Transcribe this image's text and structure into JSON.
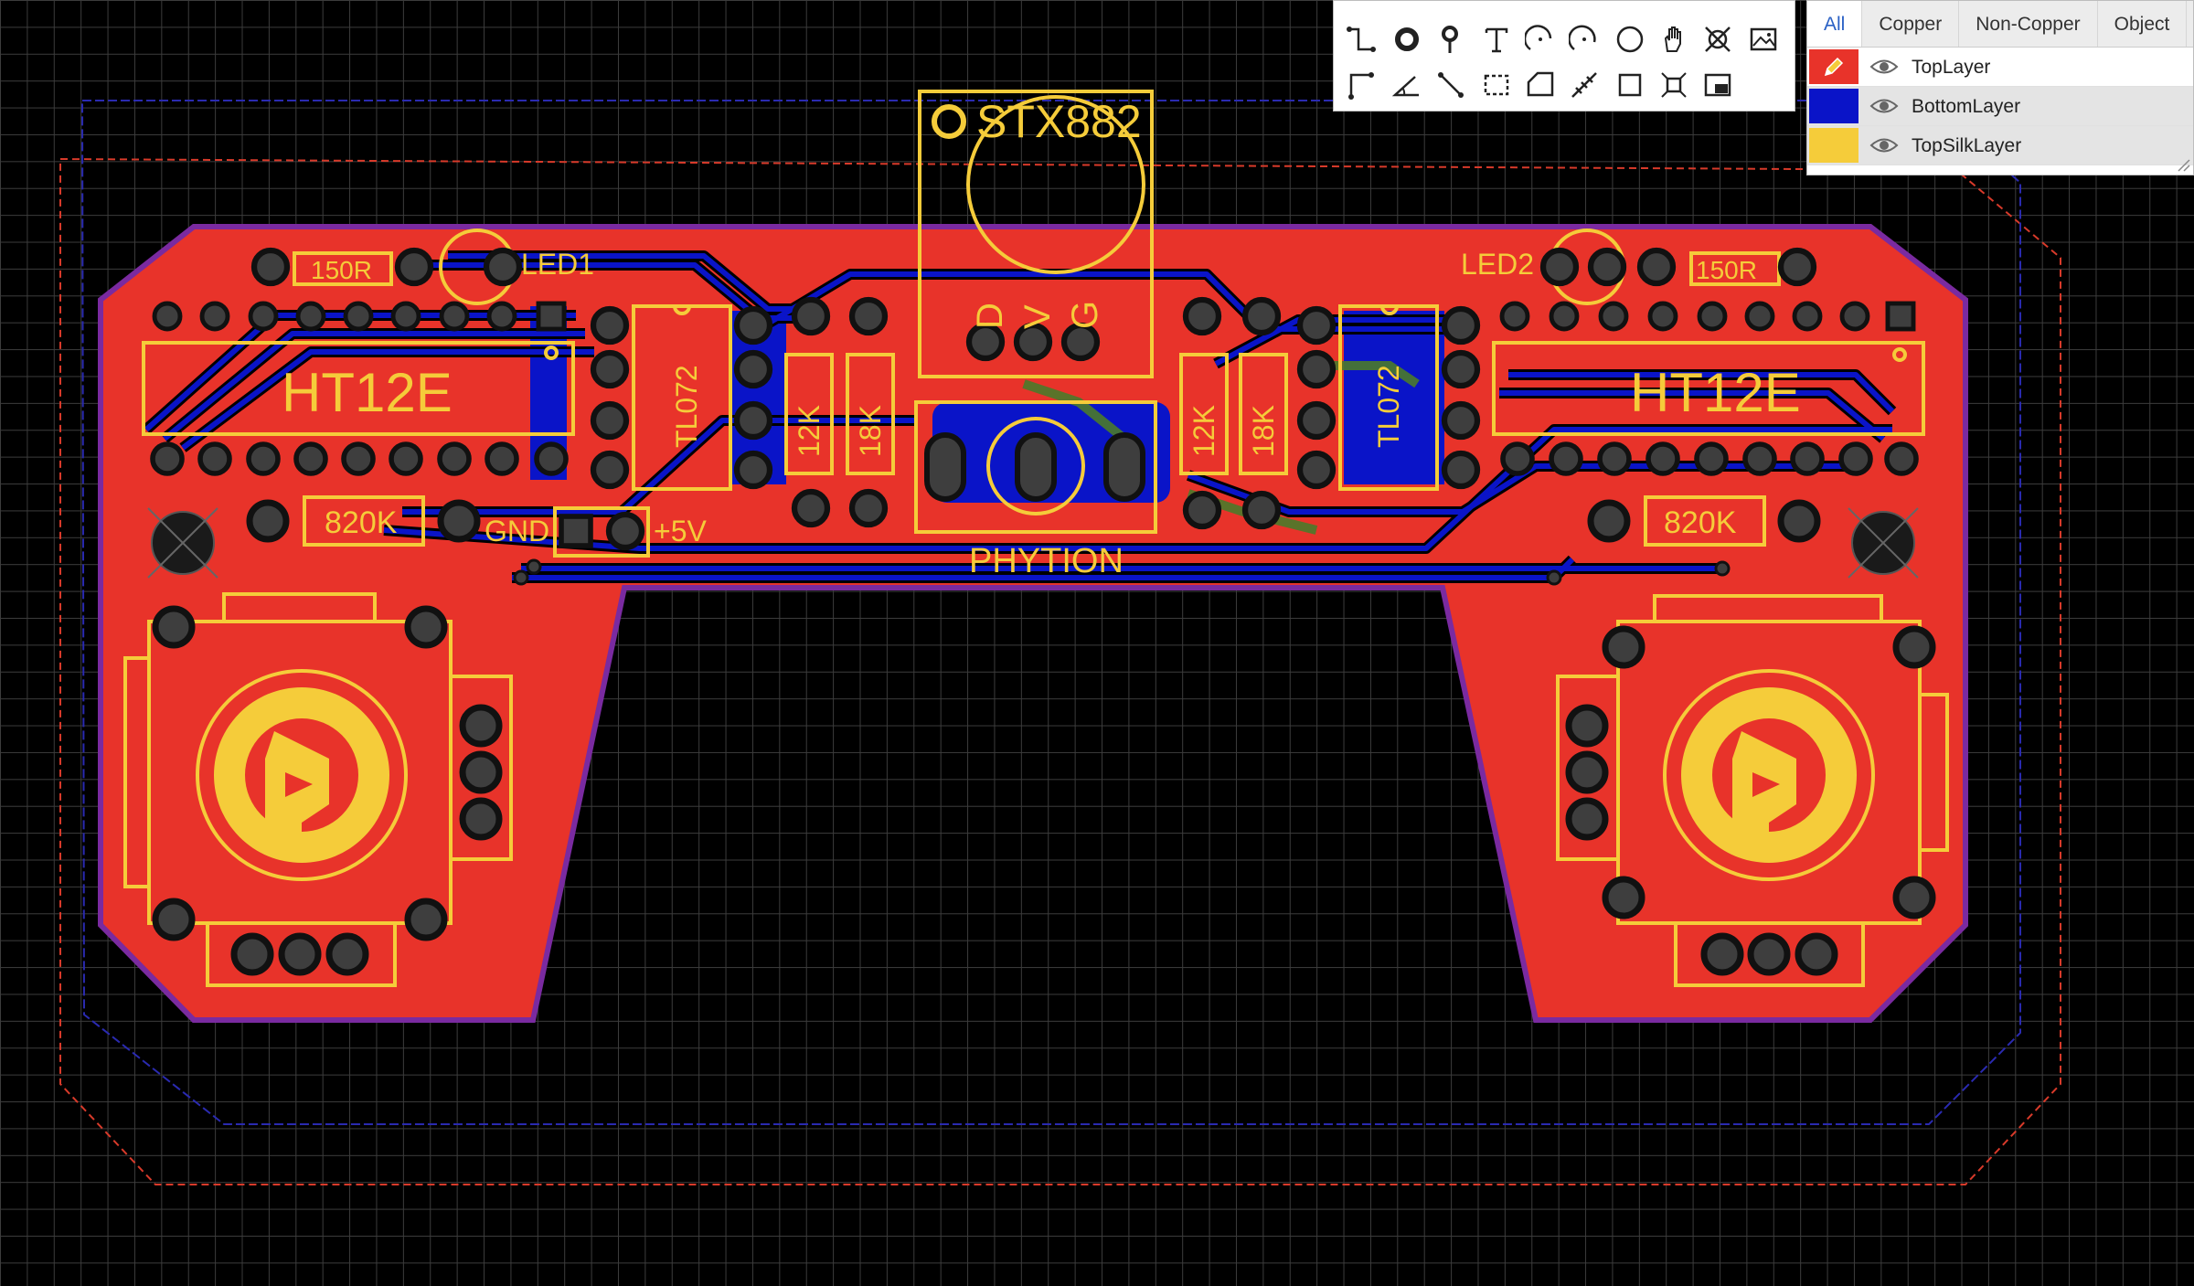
{
  "board": {
    "colors": {
      "background": "#000000",
      "grid": "#3c3c3c",
      "copper_top": "#e8332a",
      "copper_bottom": "#0a14c8",
      "silkscreen": "#f5cc3a",
      "board_outline": "#7a2aa0",
      "pad": "#3e3e3e",
      "keepout_red": "#d83a2a",
      "keepout_blue": "#2a2ab0"
    },
    "labels": {
      "r150_left": "150R",
      "led1": "LED1",
      "led2": "LED2",
      "r150_right": "150R",
      "ht12e_left": "HT12E",
      "ht12e_right": "HT12E",
      "tl072_left": "TL072",
      "tl072_right": "TL072",
      "r12k_left": "12K",
      "r18k_left": "18K",
      "r12k_right": "12K",
      "r18k_right": "18K",
      "r820k_left": "820K",
      "r820k_right": "820K",
      "gnd": "GND",
      "vcc": "+5V",
      "stx882": "STX882",
      "pin_d": "D",
      "pin_v": "V",
      "pin_g": "G",
      "phytion": "PHYTION"
    }
  },
  "toolbar": {
    "tools": [
      {
        "name": "track-icon",
        "label": "Track"
      },
      {
        "name": "pad-icon",
        "label": "Pad"
      },
      {
        "name": "via-icon",
        "label": "Via"
      },
      {
        "name": "text-icon",
        "label": "Text"
      },
      {
        "name": "arc-icon",
        "label": "Arc"
      },
      {
        "name": "arc-center-icon",
        "label": "Center Arc"
      },
      {
        "name": "circle-icon",
        "label": "Circle"
      },
      {
        "name": "hand-icon",
        "label": "Pan"
      },
      {
        "name": "hole-icon",
        "label": "Hole"
      },
      {
        "name": "image-icon",
        "label": "Image"
      },
      {
        "name": "connect-pad-icon",
        "label": "Connect Pad to Pad"
      },
      {
        "name": "angle-icon",
        "label": "Angle"
      },
      {
        "name": "dimension-icon",
        "label": "Dimension"
      },
      {
        "name": "region-icon",
        "label": "Solid Region"
      },
      {
        "name": "copper-area-icon",
        "label": "Copper Area"
      },
      {
        "name": "measure-icon",
        "label": "Measure"
      },
      {
        "name": "rectangle-icon",
        "label": "Rectangle"
      },
      {
        "name": "canvas-origin-icon",
        "label": "Canvas Origin"
      },
      {
        "name": "photo-view-icon",
        "label": "Photo View"
      }
    ]
  },
  "layers_panel": {
    "tabs": [
      "All",
      "Copper",
      "Non-Copper",
      "Object"
    ],
    "active_tab": "All",
    "layers": [
      {
        "name": "TopLayer",
        "color": "#e8332a",
        "active": true
      },
      {
        "name": "BottomLayer",
        "color": "#0a14c8",
        "active": false
      },
      {
        "name": "TopSilkLayer",
        "color": "#f5cc3a",
        "active": false
      }
    ]
  }
}
